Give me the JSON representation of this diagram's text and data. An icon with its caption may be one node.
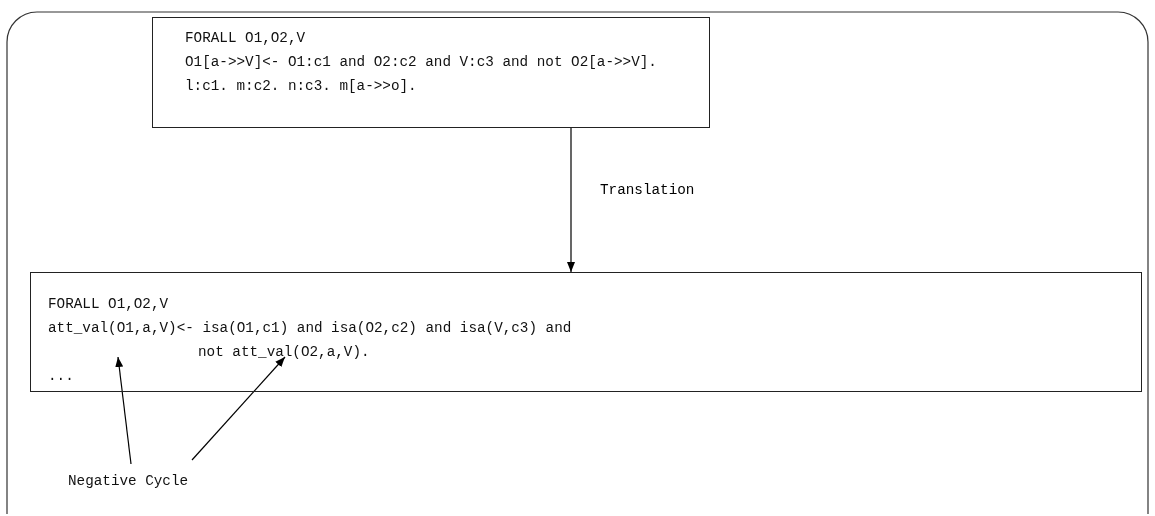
{
  "diagram": {
    "nodes": [
      {
        "text": [
          "FORALL O1,O2,V",
          "O1[a->>V]<- O1:c1 and O2:c2 and V:c3 and not O2[a->>V].",
          "l:c1. m:c2. n:c3. m[a->>o]."
        ]
      },
      {
        "text": [
          "FORALL O1,O2,V",
          "att_val(O1,a,V)<- isa(O1,c1) and isa(O2,c2) and isa(V,c3) and",
          "not att_val(O2,a,V).",
          "..."
        ]
      },
      {
        "text": [
          "Negative Cycle"
        ]
      }
    ],
    "edges": [
      {
        "from": 0,
        "to": 1,
        "arrow": "to",
        "label": "Translation"
      },
      {
        "from": 2,
        "to": 1,
        "arrow": "to"
      },
      {
        "from": 2,
        "to": 1,
        "arrow": "to"
      }
    ]
  }
}
